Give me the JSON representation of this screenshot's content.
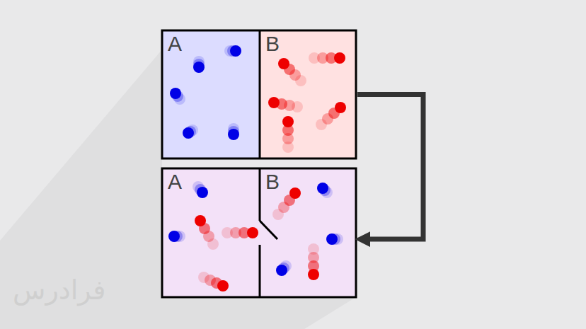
{
  "diagram": {
    "nodes": [
      {
        "text": [
          "A"
        ]
      },
      {
        "text": [
          "B"
        ]
      },
      {
        "text": [
          "A"
        ]
      },
      {
        "text": [
          "B"
        ]
      }
    ],
    "edges": [
      {
        "from": 1,
        "to": 3,
        "arrow": "to"
      }
    ],
    "labels": [
      "فرادرس"
    ]
  }
}
